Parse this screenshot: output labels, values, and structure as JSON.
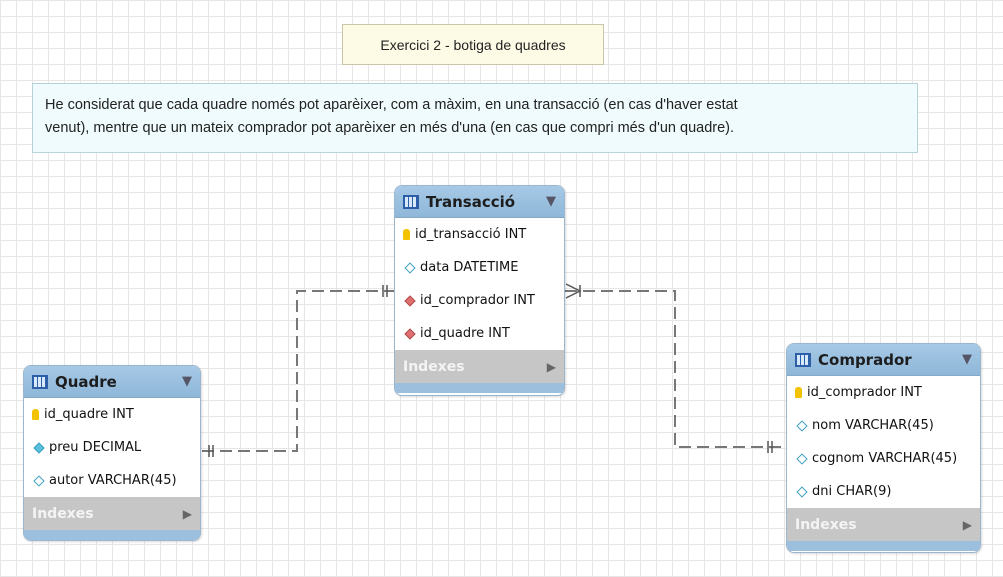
{
  "notes": {
    "title": "Exercici 2 - botiga de quadres",
    "desc_line1": "He considerat que cada quadre només pot aparèixer, com a màxim, en una transacció (en cas d'haver estat",
    "desc_line2": "venut), mentre que un mateix comprador pot aparèixer en més d'una (en cas que compri més d'un quadre)."
  },
  "tables": {
    "transaccio": {
      "name": "Transacció",
      "cols": [
        "id_transacció INT",
        "data DATETIME",
        "id_comprador INT",
        "id_quadre INT"
      ],
      "indexes": "Indexes"
    },
    "quadre": {
      "name": "Quadre",
      "cols": [
        "id_quadre INT",
        "preu DECIMAL",
        "autor VARCHAR(45)"
      ],
      "indexes": "Indexes"
    },
    "comprador": {
      "name": "Comprador",
      "cols": [
        "id_comprador INT",
        "nom VARCHAR(45)",
        "cognom VARCHAR(45)",
        "dni CHAR(9)"
      ],
      "indexes": "Indexes"
    }
  },
  "icons": {
    "table": "table-icon",
    "primary_key": "key-icon",
    "column": "diamond-icon",
    "foreign_key": "red-diamond-icon",
    "collapse": "triangle-down-icon",
    "expand": "triangle-right-icon"
  },
  "colors": {
    "header": "#9fc3e3",
    "note_title_bg": "#fdfbe6",
    "note_desc_bg": "#effbfc",
    "relationship_line": "#777777"
  }
}
